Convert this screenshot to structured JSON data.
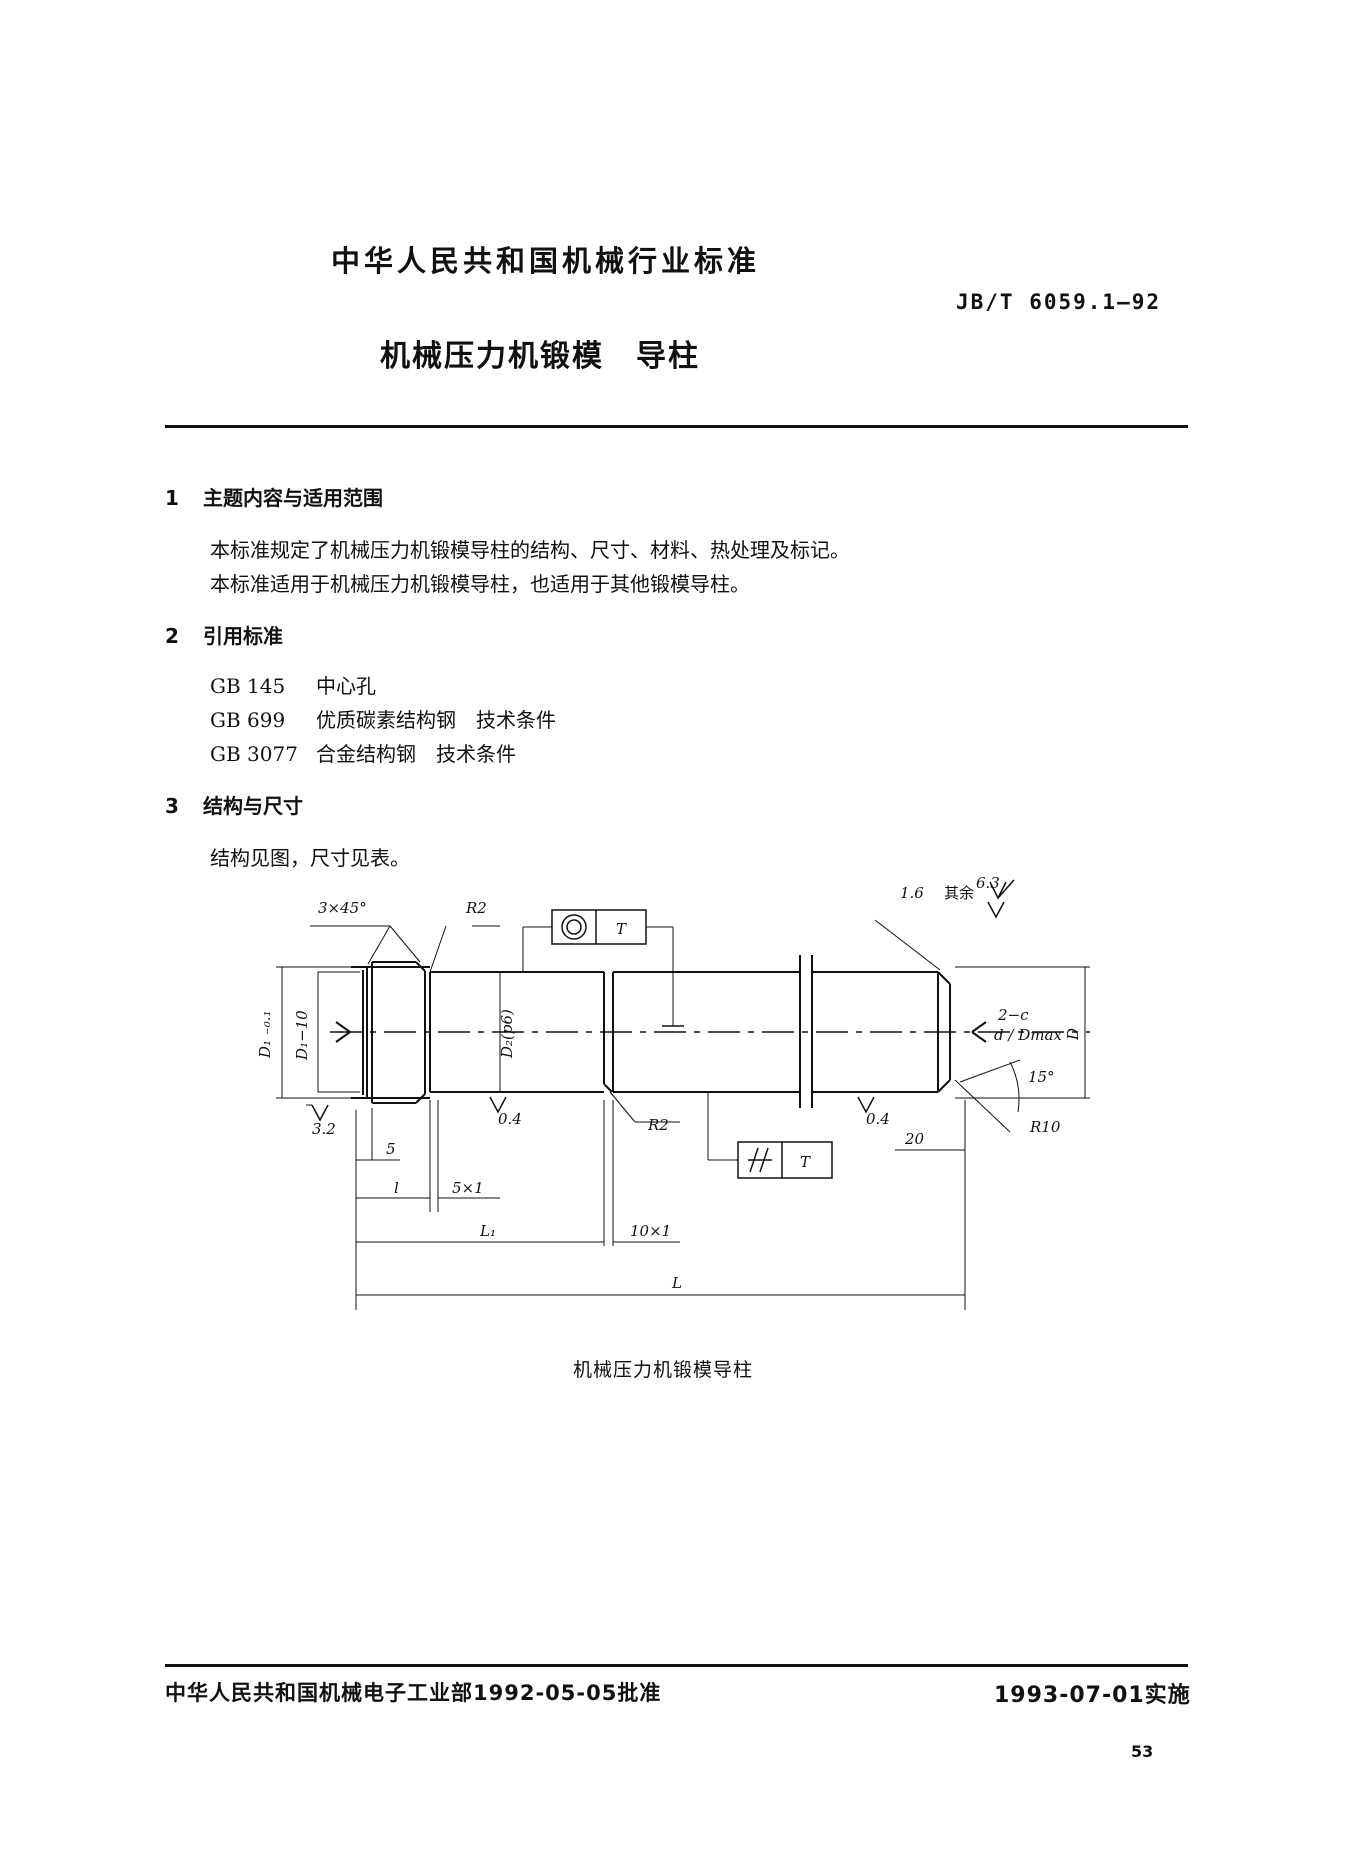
{
  "header": {
    "org_standard": "中华人民共和国机械行业标准",
    "standard_code": "JB/T 6059.1—92",
    "title": "机械压力机锻模　导柱"
  },
  "sections": [
    {
      "num": "1",
      "title": "主题内容与适用范围"
    },
    {
      "num": "2",
      "title": "引用标准"
    },
    {
      "num": "3",
      "title": "结构与尺寸"
    }
  ],
  "paragraphs": {
    "scope_1": "本标准规定了机械压力机锻模导柱的结构、尺寸、材料、热处理及标记。",
    "scope_2": "本标准适用于机械压力机锻模导柱，也适用于其他锻模导柱。",
    "structure": "结构见图，尺寸见表。"
  },
  "references": [
    {
      "code": "GB 145",
      "name": "中心孔"
    },
    {
      "code": "GB 699",
      "name": "优质碳素结构钢　技术条件"
    },
    {
      "code": "GB 3077",
      "name": "合金结构钢　技术条件"
    }
  ],
  "drawing": {
    "roughness_rest_label": "其余",
    "roughness_rest_value": "6.3",
    "chamfer": "3×45°",
    "r2_top": "R2",
    "r2_bottom": "R2",
    "tol_frame_top_ref": "T",
    "tol_frame_bottom_ref": "T",
    "roughness_16": "1.6",
    "d1_tol_label": "D₁ ₋₀.₁",
    "d1_minus10": "D₁−10",
    "d2_p6": "D₂(p6)",
    "d_label": "D",
    "center_hole": "2−c",
    "center_hole_d": "d / Dmax",
    "angle": "15°",
    "r10": "R10",
    "roughness_32": "3.2",
    "roughness_04_a": "0.4",
    "roughness_04_b": "0.4",
    "dim_5": "5",
    "dim_20": "20",
    "dim_l": "l",
    "dim_5x1": "5×1",
    "dim_L1": "L₁",
    "dim_10x1": "10×1",
    "dim_L": "L"
  },
  "caption": "机械压力机锻模导柱",
  "footer": {
    "approval": "中华人民共和国机械电子工业部1992-05-05批准",
    "implementation": "1993-07-01实施",
    "page_number": "53"
  }
}
